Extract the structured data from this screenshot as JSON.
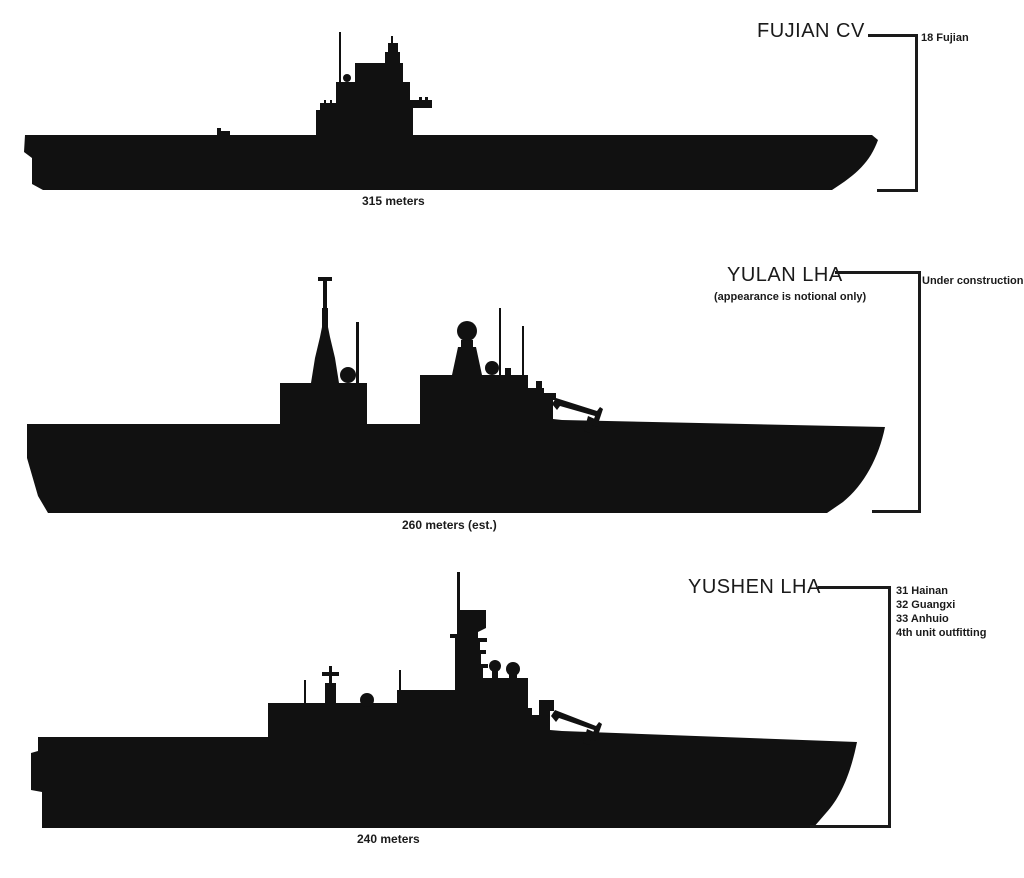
{
  "ships": [
    {
      "name": "FUJIAN CV",
      "note": "",
      "length": "315 meters",
      "annotations": [
        "18 Fujian"
      ]
    },
    {
      "name": "YULAN LHA",
      "note": "(appearance is notional only)",
      "length": "260 meters (est.)",
      "annotations": [
        "Under construction"
      ]
    },
    {
      "name": "YUSHEN LHA",
      "note": "",
      "length": "240 meters",
      "annotations": [
        "31 Hainan",
        "32 Guangxi",
        "33 Anhuio",
        "4th unit outfitting"
      ]
    }
  ],
  "colors": {
    "silhouette": "#111111",
    "text": "#1a1a1a",
    "background": "#ffffff"
  }
}
